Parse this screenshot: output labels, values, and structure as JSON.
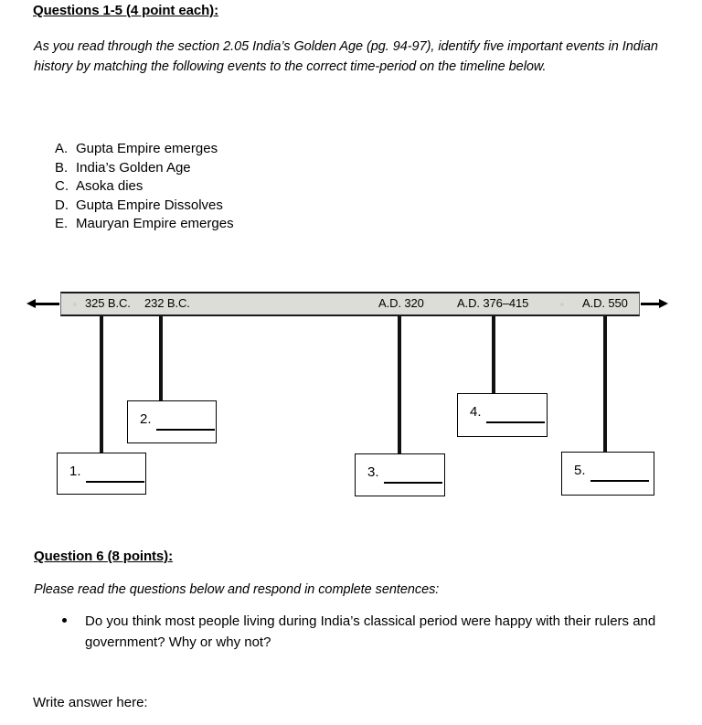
{
  "questions_1_5": {
    "heading": "Questions 1-5 (4 point each):",
    "instructions": "As you read through the section 2.05 India’s Golden Age (pg. 94-97), identify five important events in Indian history by matching the following events to the correct time-period on the timeline below.",
    "options": [
      {
        "letter": "A.",
        "text": "Gupta Empire emerges"
      },
      {
        "letter": "B.",
        "text": "India’s Golden Age"
      },
      {
        "letter": "C.",
        "text": "Asoka dies"
      },
      {
        "letter": "D.",
        "text": "Gupta Empire Dissolves"
      },
      {
        "letter": "E.",
        "text": "Mauryan Empire emerges"
      }
    ]
  },
  "timeline": {
    "bar_color": "#dcdcd8",
    "line_color": "#000000",
    "markers": [
      {
        "label": "325 B.C.",
        "answer_number": "1."
      },
      {
        "label": "232 B.C.",
        "answer_number": "2."
      },
      {
        "label": "A.D. 320",
        "answer_number": "3."
      },
      {
        "label": "A.D. 376–415",
        "answer_number": "4."
      },
      {
        "label": "A.D. 550",
        "answer_number": "5."
      }
    ]
  },
  "question_6": {
    "heading": "Question 6 (8 points):",
    "instructions": "Please read the questions below and respond in complete sentences:",
    "bullets": [
      "Do you think most people living during India’s classical period were happy with their rulers and government? Why or why not?"
    ],
    "write_answer_label": "Write answer here:"
  }
}
